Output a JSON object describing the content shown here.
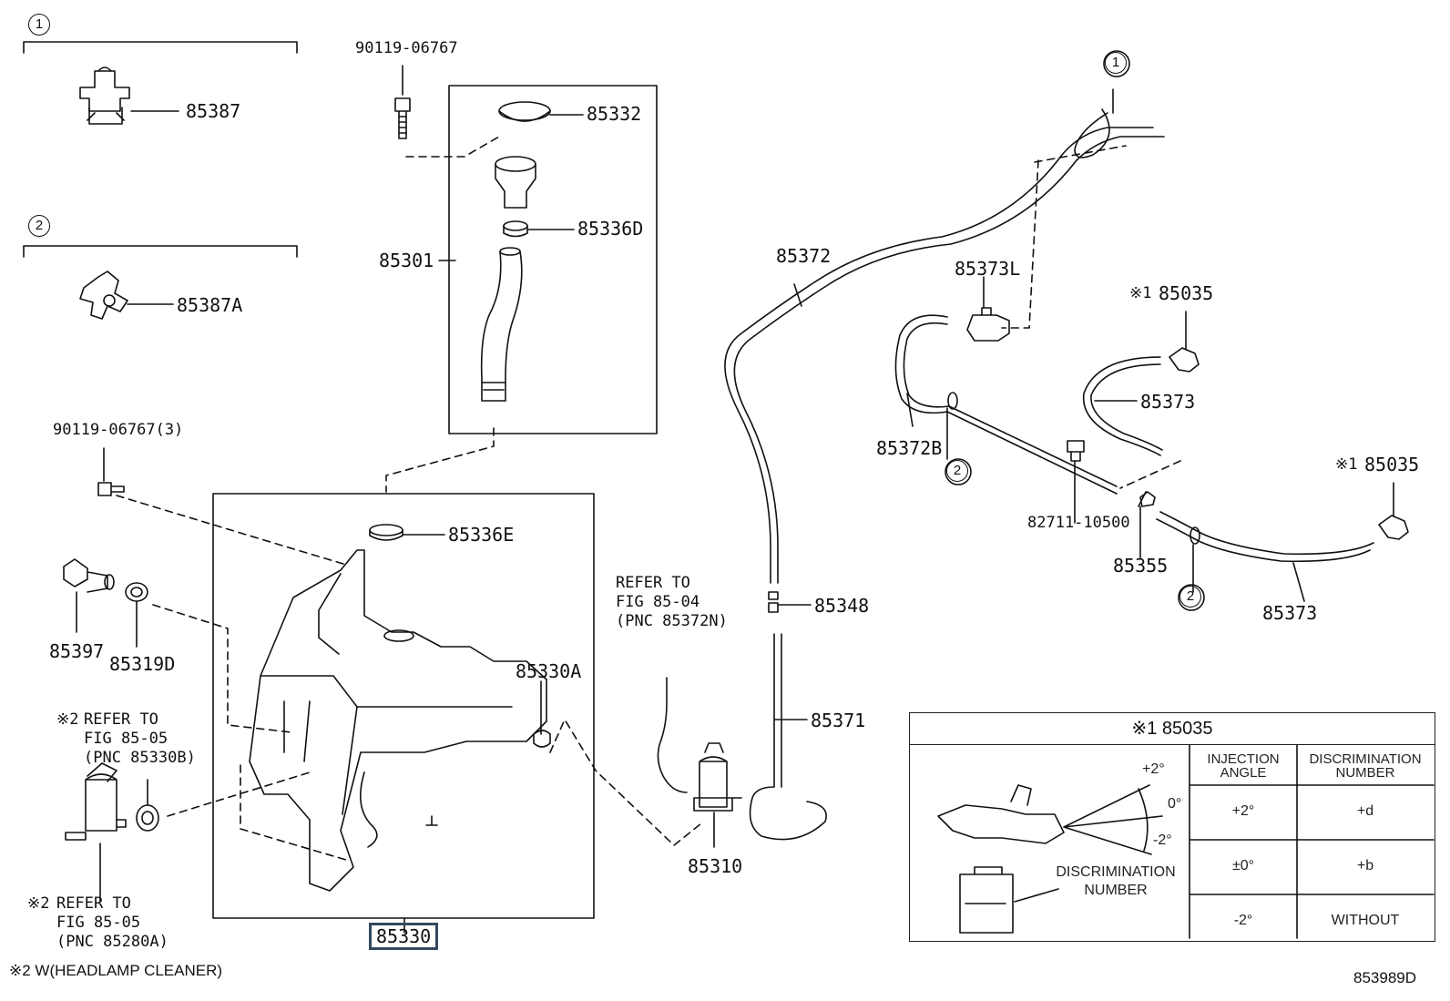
{
  "diagram_code": "853989D",
  "footnote": "※2 W(HEADLAMP CLEANER)",
  "main_part": "85330",
  "sections": {
    "one": "1",
    "two": "2"
  },
  "labels": {
    "p85387": "85387",
    "p85387A": "85387A",
    "p9011906767": "90119-06767",
    "p9011906767x3": "90119-06767(3)",
    "p85332": "85332",
    "p85336D": "85336D",
    "p85301": "85301",
    "p85336E": "85336E",
    "p85397": "85397",
    "p85319D": "85319D",
    "p85330A": "85330A",
    "p85310": "85310",
    "p85348": "85348",
    "p85371": "85371",
    "p85372": "85372",
    "p85373L": "85373L",
    "p85372B": "85372B",
    "p85035a": "85035",
    "p85035b": "85035",
    "p85373a": "85373",
    "p85373b": "85373",
    "p8271110500": "82711-10500",
    "p85355": "85355"
  },
  "marks": {
    "x1": "※1",
    "x2": "※2"
  },
  "notes": {
    "refer_8504": "REFER TO\nFIG 85-04\n(PNC 85372N)",
    "refer_8505a": "REFER TO\nFIG 85-05\n(PNC 85330B)",
    "refer_8505b": "REFER TO\nFIG 85-05\n(PNC 85280A)"
  },
  "table": {
    "title": "※1 85035",
    "col1": "INJECTION\nANGLE",
    "col2": "DISCRIMINATION\nNUMBER",
    "rows": [
      {
        "angle": "+2°",
        "number": "+d"
      },
      {
        "angle": "±0°",
        "number": "+b"
      },
      {
        "angle": "-2°",
        "number": "WITHOUT"
      }
    ],
    "angle_marks": {
      "plus": "+2°",
      "zero": "0°",
      "minus": "-2°"
    },
    "callout": "DISCRIMINATION\nNUMBER"
  }
}
